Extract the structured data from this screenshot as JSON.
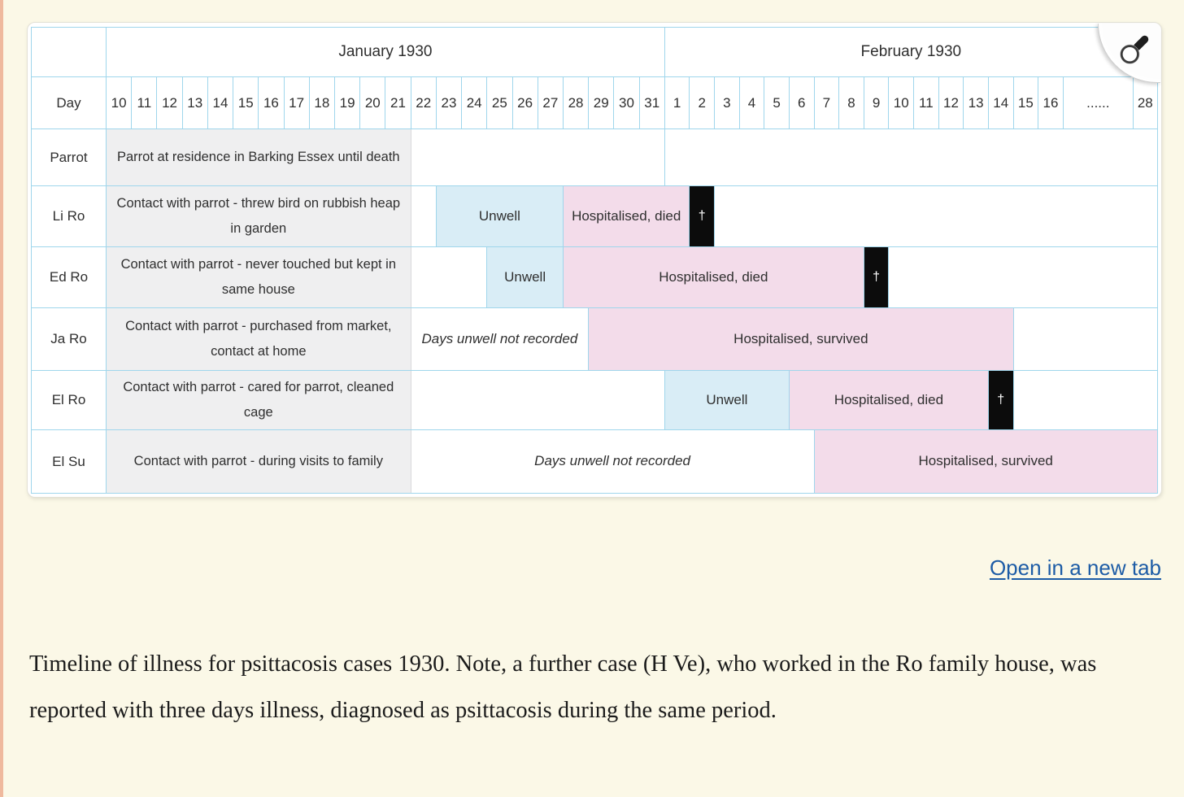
{
  "page": {
    "background_color": "#fbf8e7",
    "left_rule_color": "#efb99e"
  },
  "figure": {
    "open_link_label": "Open in a new tab",
    "zoom_icon": "magnifier-icon"
  },
  "caption": "Timeline of illness for psittacosis cases 1930. Note, a further case (H Ve), who worked in the Ro family house, was reported with three days illness, diagnosed as psittacosis during the same period.",
  "colors": {
    "grid_border": "#9fd6ec",
    "exposure_bg": "#efeff0",
    "unwell_bg": "#d9edf6",
    "hospitalised_bg": "#f3dcea",
    "death_bg": "#0c0c0c",
    "link_blue": "#1d5ca6"
  },
  "chart_data": {
    "type": "table",
    "subtype": "gantt-timeline",
    "title": "Timeline of illness for psittacosis cases 1930",
    "day_header_label": "Day",
    "months": [
      {
        "label": "January 1930",
        "span": 22
      },
      {
        "label": "February 1930",
        "span": 18
      }
    ],
    "days": [
      "10",
      "11",
      "12",
      "13",
      "14",
      "15",
      "16",
      "17",
      "18",
      "19",
      "20",
      "21",
      "22",
      "23",
      "24",
      "25",
      "26",
      "27",
      "28",
      "29",
      "30",
      "31",
      "1",
      "2",
      "3",
      "4",
      "5",
      "6",
      "7",
      "8",
      "9",
      "10",
      "11",
      "12",
      "13",
      "14",
      "15",
      "16",
      "......",
      "28"
    ],
    "legend_kinds": {
      "exposure": "grey - contact/exposure description",
      "unwell": "light blue - Unwell",
      "hospitalised-died": "pink - Hospitalised, died",
      "hospitalised-survived": "pink - Hospitalised, survived",
      "death": "black cell with dagger - date of death",
      "days-not-recorded": "italic - Days unwell not recorded"
    },
    "rows": [
      {
        "label": "Parrot",
        "row_class": "r-parrot",
        "segments": [
          {
            "kind": "exposure",
            "text": "Parrot at residence in Barking Essex until death",
            "days": "Jan 10 - Jan 21",
            "start": 1,
            "span": 12
          },
          {
            "kind": "empty",
            "text": "",
            "days": "Jan 22 - Jan 31",
            "start": 13,
            "span": 10
          },
          {
            "kind": "empty",
            "text": "",
            "days": "Feb 1 - Feb 28",
            "start": 23,
            "span": 18
          }
        ]
      },
      {
        "label": "Li Ro",
        "row_class": "r-liro",
        "segments": [
          {
            "kind": "exposure",
            "text": "Contact with parrot - threw bird on rubbish heap in garden",
            "days": "Jan 10 - Jan 21",
            "start": 1,
            "span": 12
          },
          {
            "kind": "empty",
            "text": "",
            "days": "Jan 22",
            "start": 13,
            "span": 1
          },
          {
            "kind": "unwell",
            "text": "Unwell",
            "days": "Jan 23 - Jan 27",
            "start": 14,
            "span": 5
          },
          {
            "kind": "hospitalised-died",
            "text": "Hospitalised, died",
            "days": "Jan 28 - Feb 1",
            "start": 19,
            "span": 5
          },
          {
            "kind": "death",
            "text": "†",
            "days": "Feb 2",
            "start": 24,
            "span": 1
          },
          {
            "kind": "empty",
            "text": "",
            "days": "Feb 3 - Feb 28",
            "start": 25,
            "span": 16
          }
        ]
      },
      {
        "label": "Ed Ro",
        "row_class": "r-edro",
        "segments": [
          {
            "kind": "exposure",
            "text": "Contact with parrot - never touched but kept in same house",
            "days": "Jan 10 - Jan 21",
            "start": 1,
            "span": 12
          },
          {
            "kind": "empty",
            "text": "",
            "days": "Jan 22 - Jan 24",
            "start": 13,
            "span": 3
          },
          {
            "kind": "unwell",
            "text": "Unwell",
            "days": "Jan 25 - Jan 27",
            "start": 16,
            "span": 3
          },
          {
            "kind": "hospitalised-died",
            "text": "Hospitalised, died",
            "days": "Jan 28 - Feb 8",
            "start": 19,
            "span": 12
          },
          {
            "kind": "death",
            "text": "†",
            "days": "Feb 9",
            "start": 31,
            "span": 1
          },
          {
            "kind": "empty",
            "text": "",
            "days": "Feb 10 - Feb 28",
            "start": 32,
            "span": 9
          }
        ]
      },
      {
        "label": "Ja Ro",
        "row_class": "r-jaro",
        "segments": [
          {
            "kind": "exposure",
            "text": "Contact with parrot - purchased from market, contact at home",
            "days": "Jan 10 - Jan 21",
            "start": 1,
            "span": 12
          },
          {
            "kind": "days-not-recorded",
            "text": "Days unwell not recorded",
            "days": "Jan 22 - Jan 28",
            "start": 13,
            "span": 7
          },
          {
            "kind": "hospitalised-survived",
            "text": "Hospitalised, survived",
            "days": "Jan 29 - Feb 14",
            "start": 20,
            "span": 17
          },
          {
            "kind": "empty",
            "text": "",
            "days": "Feb 15 - Feb 28",
            "start": 37,
            "span": 4
          }
        ]
      },
      {
        "label": "El Ro",
        "row_class": "r-elro",
        "segments": [
          {
            "kind": "exposure",
            "text": "Contact with parrot - cared for parrot, cleaned cage",
            "days": "Jan 10 - Jan 21",
            "start": 1,
            "span": 12
          },
          {
            "kind": "empty",
            "text": "",
            "days": "Jan 22 - Jan 31",
            "start": 13,
            "span": 10
          },
          {
            "kind": "unwell",
            "text": "Unwell",
            "days": "Feb 1 - Feb 5",
            "start": 23,
            "span": 5
          },
          {
            "kind": "hospitalised-died",
            "text": "Hospitalised, died",
            "days": "Feb 6 - Feb 13",
            "start": 28,
            "span": 8
          },
          {
            "kind": "death",
            "text": "†",
            "days": "Feb 14",
            "start": 36,
            "span": 1
          },
          {
            "kind": "empty",
            "text": "",
            "days": "Feb 15 - Feb 28",
            "start": 37,
            "span": 4
          }
        ]
      },
      {
        "label": "El Su",
        "row_class": "r-elsu",
        "segments": [
          {
            "kind": "exposure",
            "text": "Contact with parrot - during visits to family",
            "days": "Jan 10 - Jan 21",
            "start": 1,
            "span": 12
          },
          {
            "kind": "days-not-recorded",
            "text": "Days unwell not recorded",
            "days": "Jan 22 - Feb 6",
            "start": 13,
            "span": 16
          },
          {
            "kind": "hospitalised-survived",
            "text": "Hospitalised, survived",
            "days": "Feb 7 - Feb 28",
            "start": 29,
            "span": 12
          }
        ]
      }
    ]
  }
}
